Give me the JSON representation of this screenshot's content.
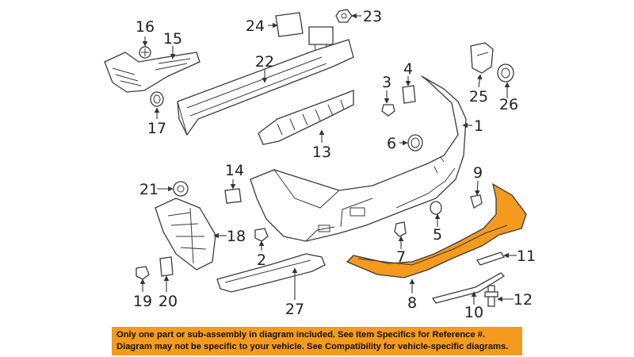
{
  "diagram": {
    "highlight_color": "#f39a1f",
    "callouts": [
      "1",
      "2",
      "3",
      "4",
      "5",
      "6",
      "7",
      "8",
      "9",
      "10",
      "11",
      "12",
      "13",
      "14",
      "15",
      "16",
      "17",
      "18",
      "19",
      "20",
      "21",
      "22",
      "23",
      "24",
      "25",
      "26",
      "27"
    ]
  },
  "disclaimer": {
    "line1": "Only one part or sub-assembly in diagram included. See Item Specifics for Reference #.",
    "line2": "Diagram may not be specific to your vehicle. See Compatibility for vehicle-specific diagrams."
  }
}
